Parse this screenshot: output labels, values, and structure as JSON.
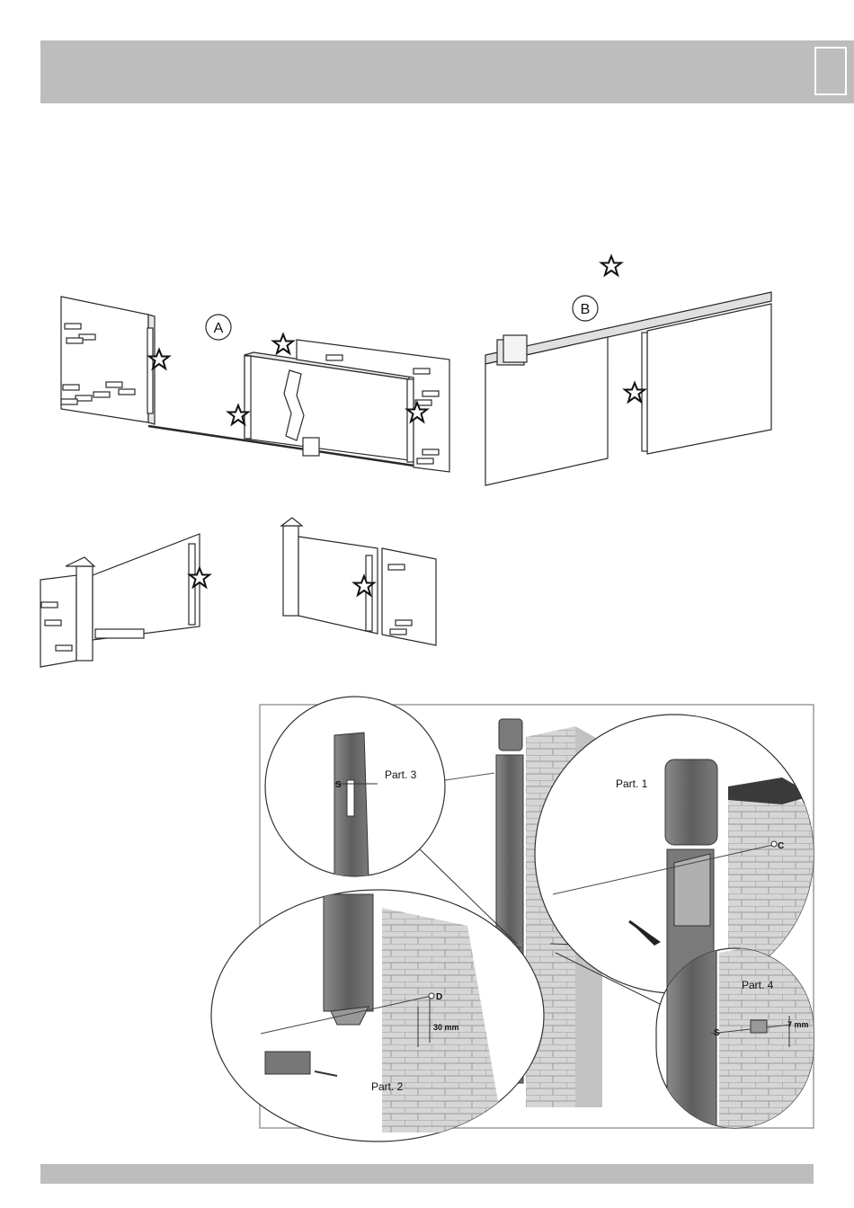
{
  "colors": {
    "header": "#bdbdbd",
    "footer": "#bdbdbd",
    "line": "#2a2a2a",
    "metal": "#6e6e6e"
  },
  "figure_top": {
    "label_a": "A",
    "label_b": "B"
  },
  "figure_detail": {
    "part1": "Part. 1",
    "part2": "Part. 2",
    "part3": "Part. 3",
    "part4": "Part. 4",
    "mark_c": "C",
    "mark_d": "D",
    "mark_s_top": "S",
    "mark_s_bottom": "S",
    "dim_30": "30 mm",
    "dim_7": "7 mm"
  }
}
